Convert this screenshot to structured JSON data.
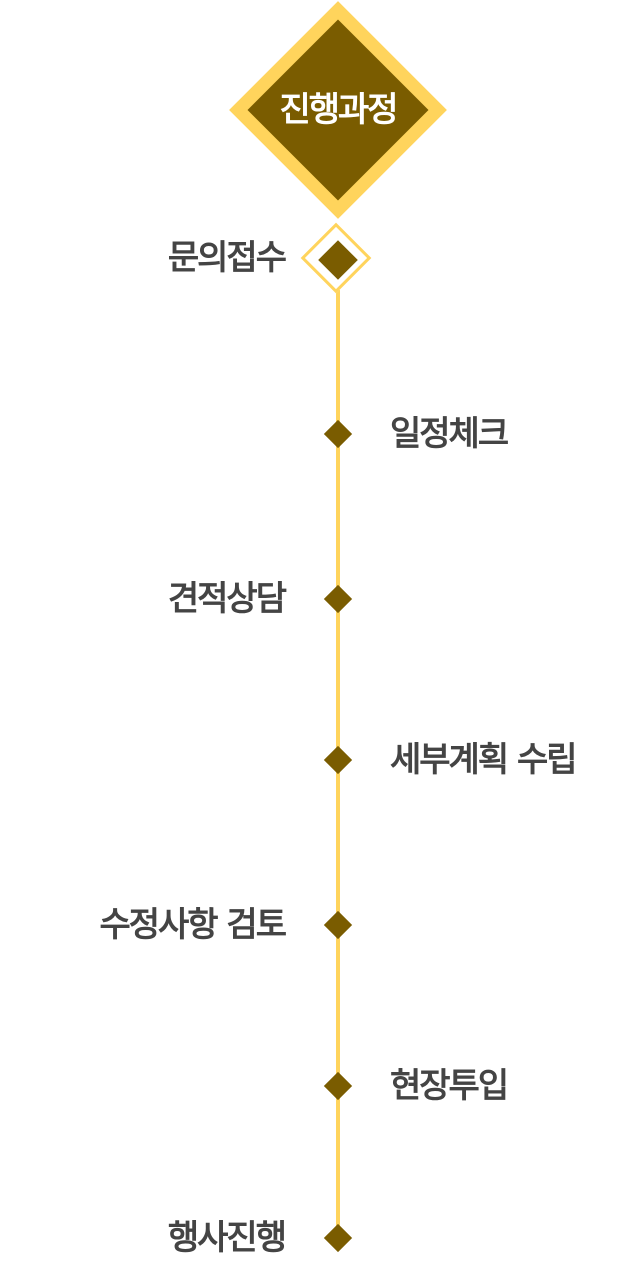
{
  "title": "진행과정",
  "steps": [
    {
      "label": "문의접수",
      "side": "left"
    },
    {
      "label": "일정체크",
      "side": "right"
    },
    {
      "label": "견적상담",
      "side": "left"
    },
    {
      "label": "세부계획 수립",
      "side": "right"
    },
    {
      "label": "수정사항 검토",
      "side": "left"
    },
    {
      "label": "현장투입",
      "side": "right"
    },
    {
      "label": "행사진행",
      "side": "left"
    }
  ],
  "colors": {
    "accent": "#ffd45c",
    "marker": "#7a5c00",
    "label_text": "#444444",
    "title_text": "#ffffff"
  }
}
